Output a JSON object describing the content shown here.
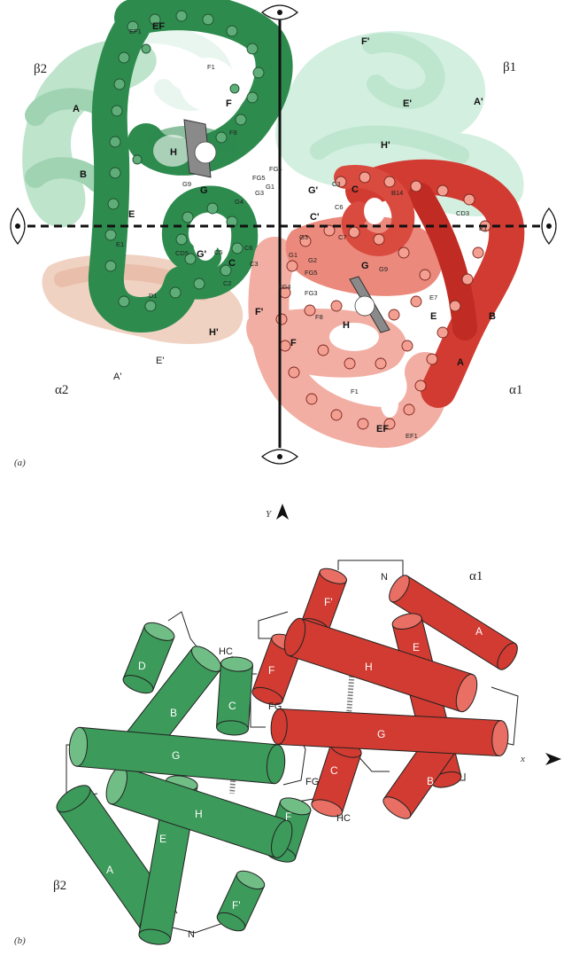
{
  "colors": {
    "green_dark": "#2e8b4e",
    "green_light": "#a8d8b9",
    "red_dark": "#d13b31",
    "red_light": "#eea196",
    "axis": "#111111"
  },
  "panel_a": {
    "label": "(a)",
    "chains": {
      "beta2": "β2",
      "beta1": "β1",
      "alpha2": "α2",
      "alpha1": "α1"
    },
    "axis_icons": [
      "eye-icon-top",
      "eye-icon-bottom",
      "eye-icon-left",
      "eye-icon-right"
    ],
    "beta2_helices": [
      "EF",
      "F",
      "H",
      "G",
      "A",
      "B",
      "E",
      "G'",
      "C",
      "H'"
    ],
    "beta1_helices": [
      "F'",
      "E'",
      "A'",
      "H'",
      "G'",
      "C'"
    ],
    "alpha1_helices": [
      "C",
      "G",
      "H",
      "F",
      "F'",
      "E",
      "B",
      "A",
      "EF"
    ],
    "alpha2_helices": [
      "E'",
      "A'"
    ],
    "residues_beta2": [
      "EF1",
      "F1",
      "F8",
      "FG4",
      "FG5",
      "G1",
      "G3",
      "G4",
      "G9",
      "E1",
      "CD5",
      "C5",
      "C3",
      "C6",
      "C2",
      "D1"
    ],
    "residues_alpha1": [
      "C3",
      "C6",
      "C7",
      "B14",
      "CD3",
      "E1",
      "E7",
      "G3",
      "G1",
      "G2",
      "G9",
      "FG5",
      "FG4",
      "FG3",
      "F8",
      "F1",
      "EF1"
    ]
  },
  "axis_y": {
    "label": "Y"
  },
  "panel_b": {
    "label": "(b)",
    "chain_alpha1": "α1",
    "chain_beta2": "β2",
    "axis_x": "x",
    "alpha1_helices": [
      "F'",
      "A",
      "E",
      "F",
      "H",
      "G",
      "C",
      "B"
    ],
    "alpha1_labels": [
      "N",
      "HC",
      "FG"
    ],
    "beta2_helices": [
      "D",
      "B",
      "C",
      "G",
      "H",
      "A",
      "E",
      "F",
      "F'"
    ],
    "beta2_labels": [
      "FG",
      "HC",
      "N"
    ]
  }
}
